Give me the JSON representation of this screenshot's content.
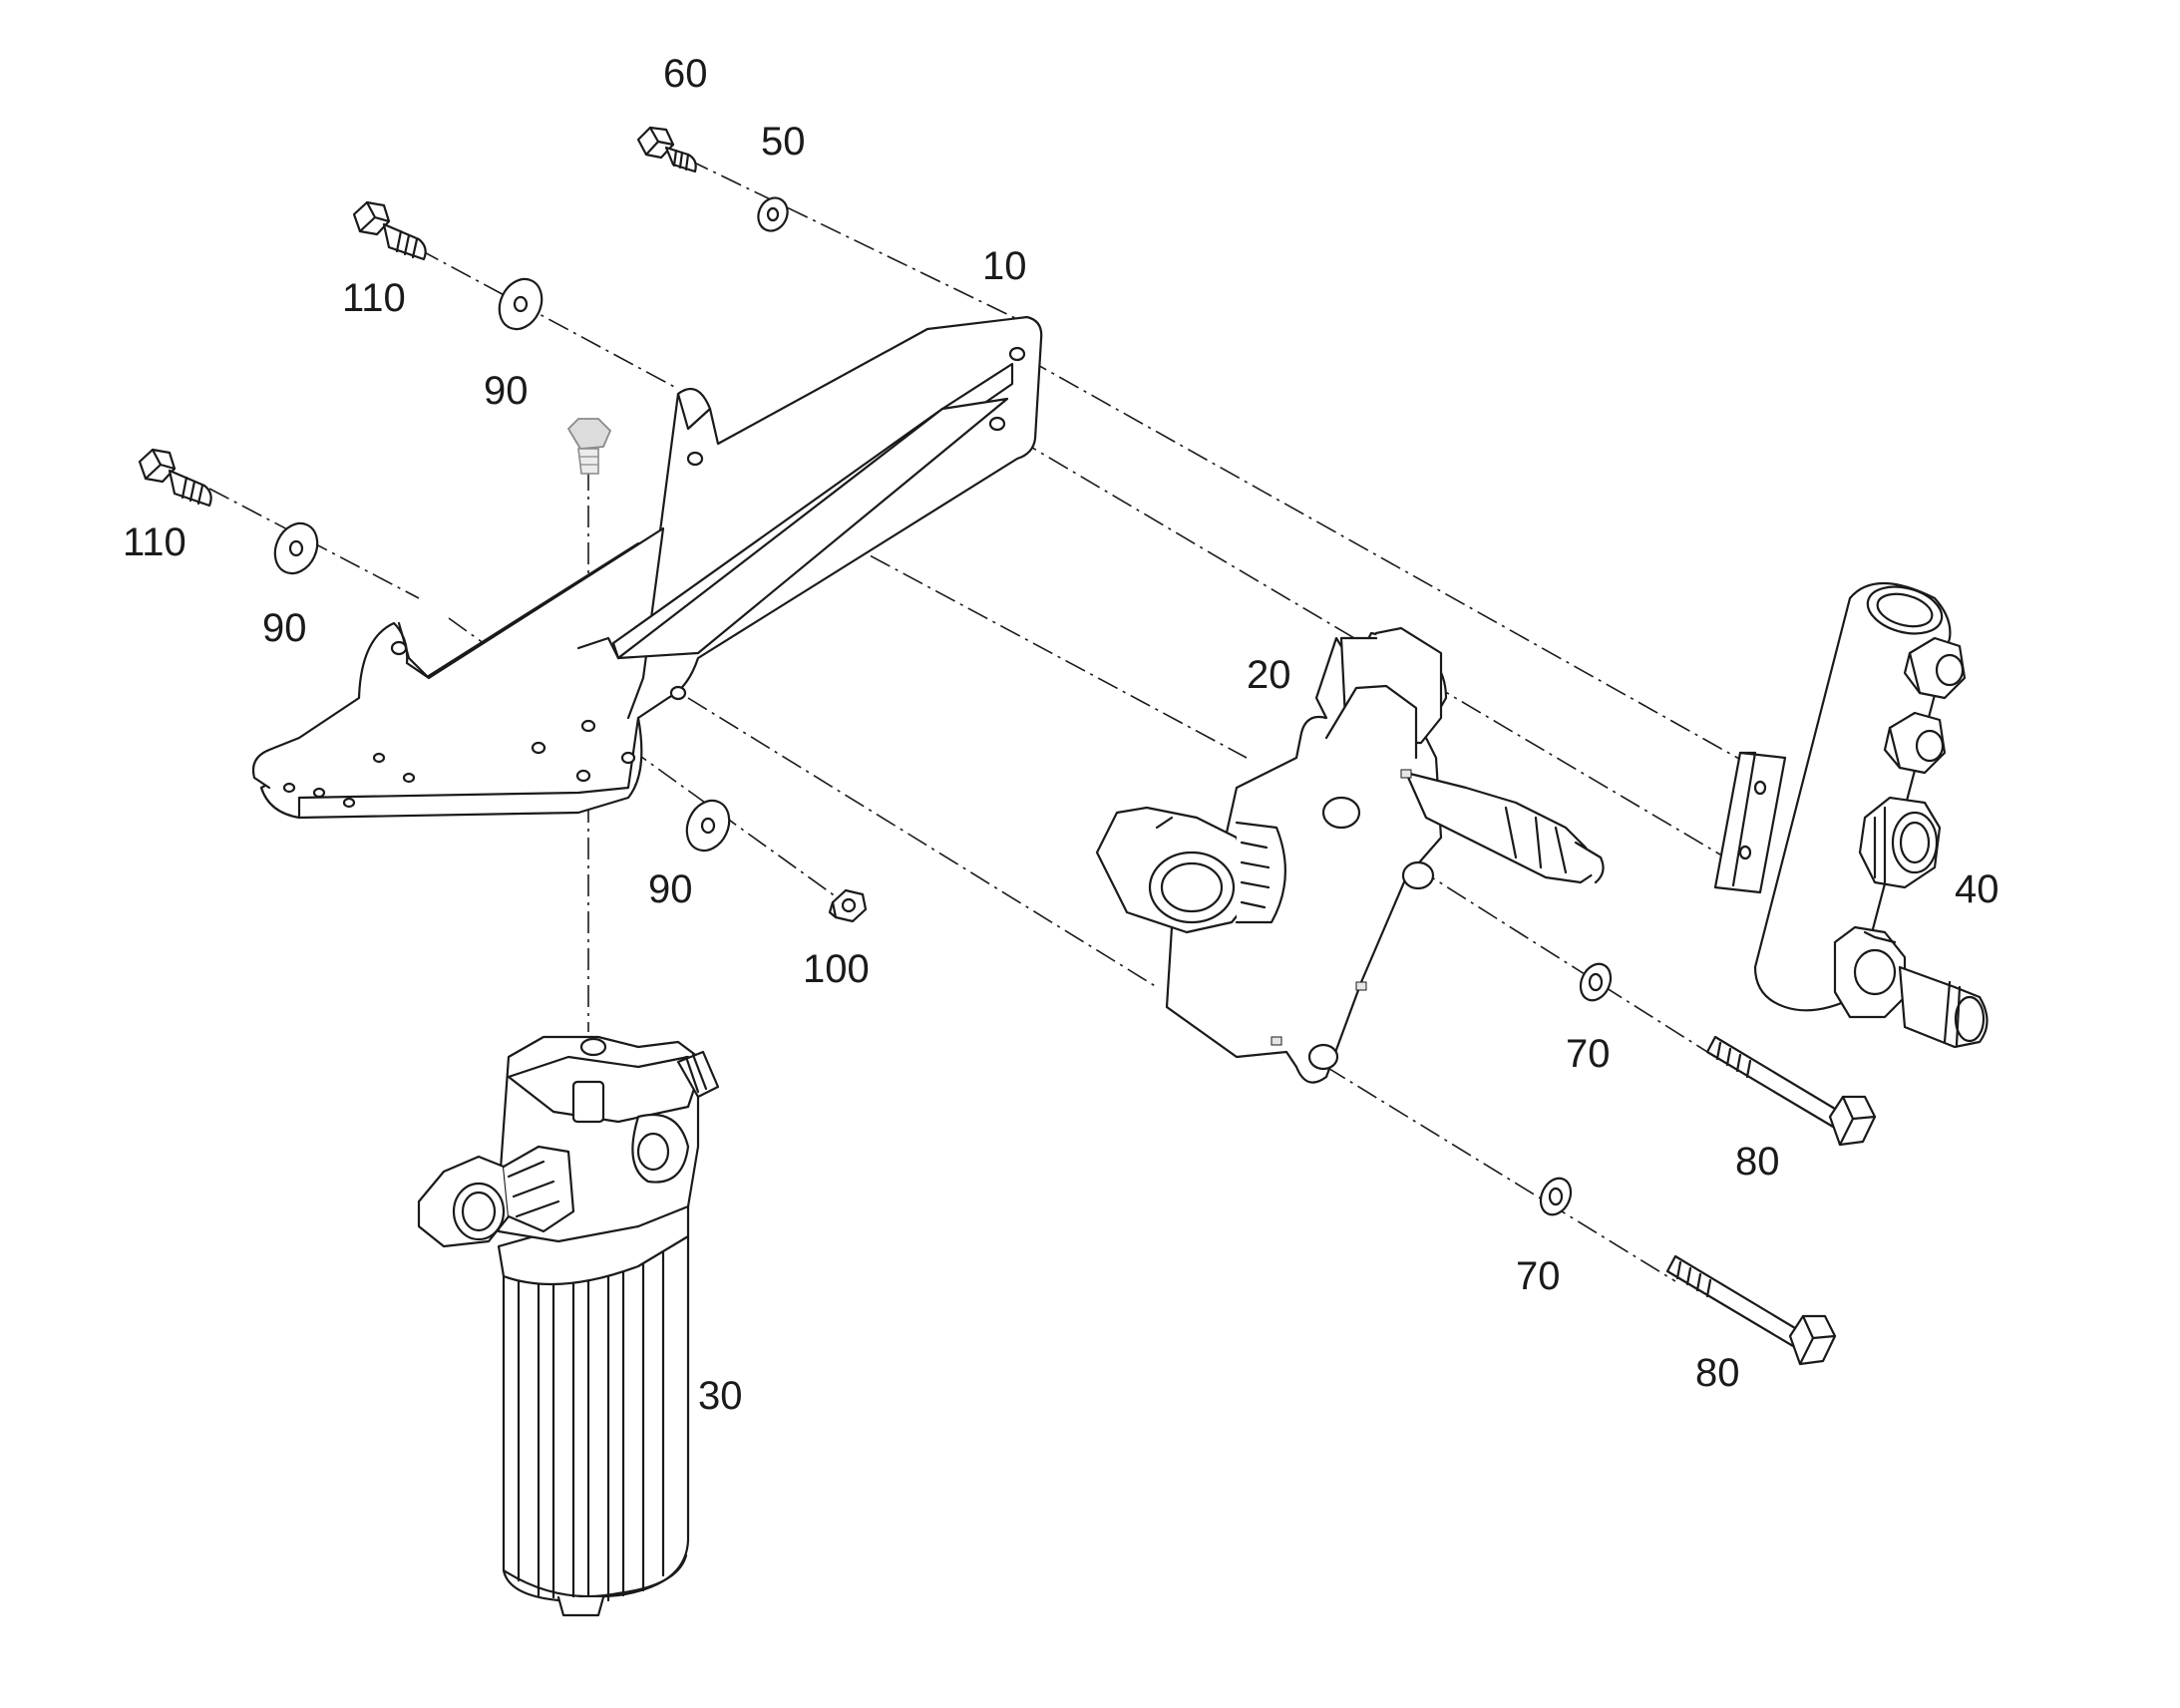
{
  "callouts": {
    "c10": "10",
    "c20": "20",
    "c30": "30",
    "c40": "40",
    "c50": "50",
    "c60": "60",
    "c70a": "70",
    "c70b": "70",
    "c80a": "80",
    "c80b": "80",
    "c90a": "90",
    "c90b": "90",
    "c90c": "90",
    "c100": "100",
    "c110a": "110",
    "c110b": "110"
  },
  "colors": {
    "line": "#1a1a1a",
    "background": "#ffffff"
  }
}
